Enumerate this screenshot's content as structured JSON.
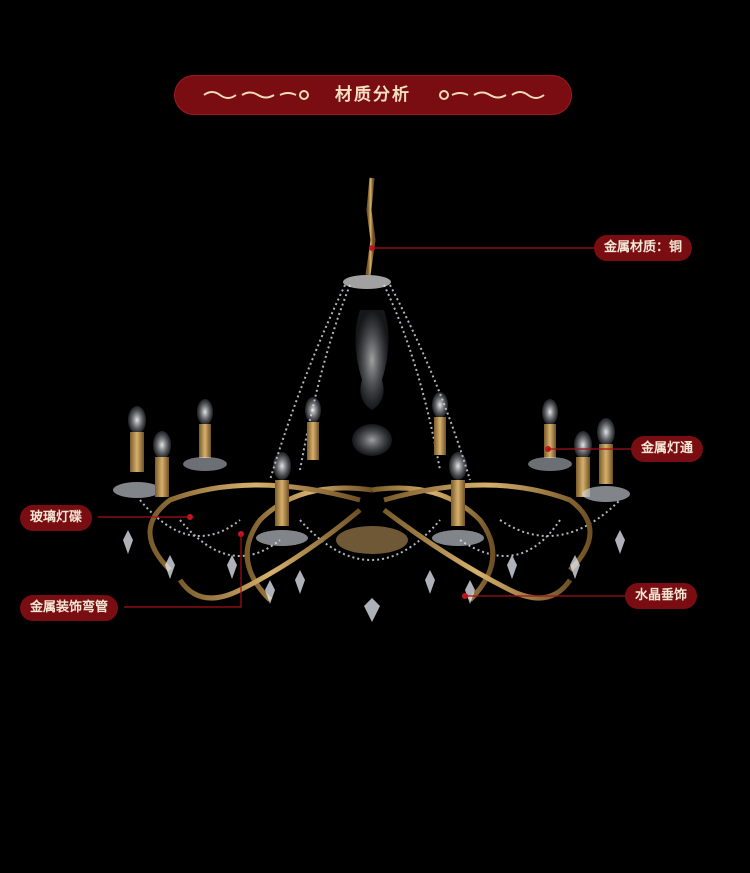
{
  "banner": {
    "title": "材质分析"
  },
  "callouts": {
    "metal_material": "金属材质：铜",
    "metal_cup": "金属灯通",
    "glass_dish": "玻璃灯碟",
    "metal_bent_tube": "金属装饰弯管",
    "crystal_pendant": "水晶垂饰"
  },
  "colors": {
    "background": "#000000",
    "tag": "#7a0d12",
    "tag_text": "#f4e6d4",
    "leader_line": "#a3121a",
    "brass": "#b8925a"
  }
}
